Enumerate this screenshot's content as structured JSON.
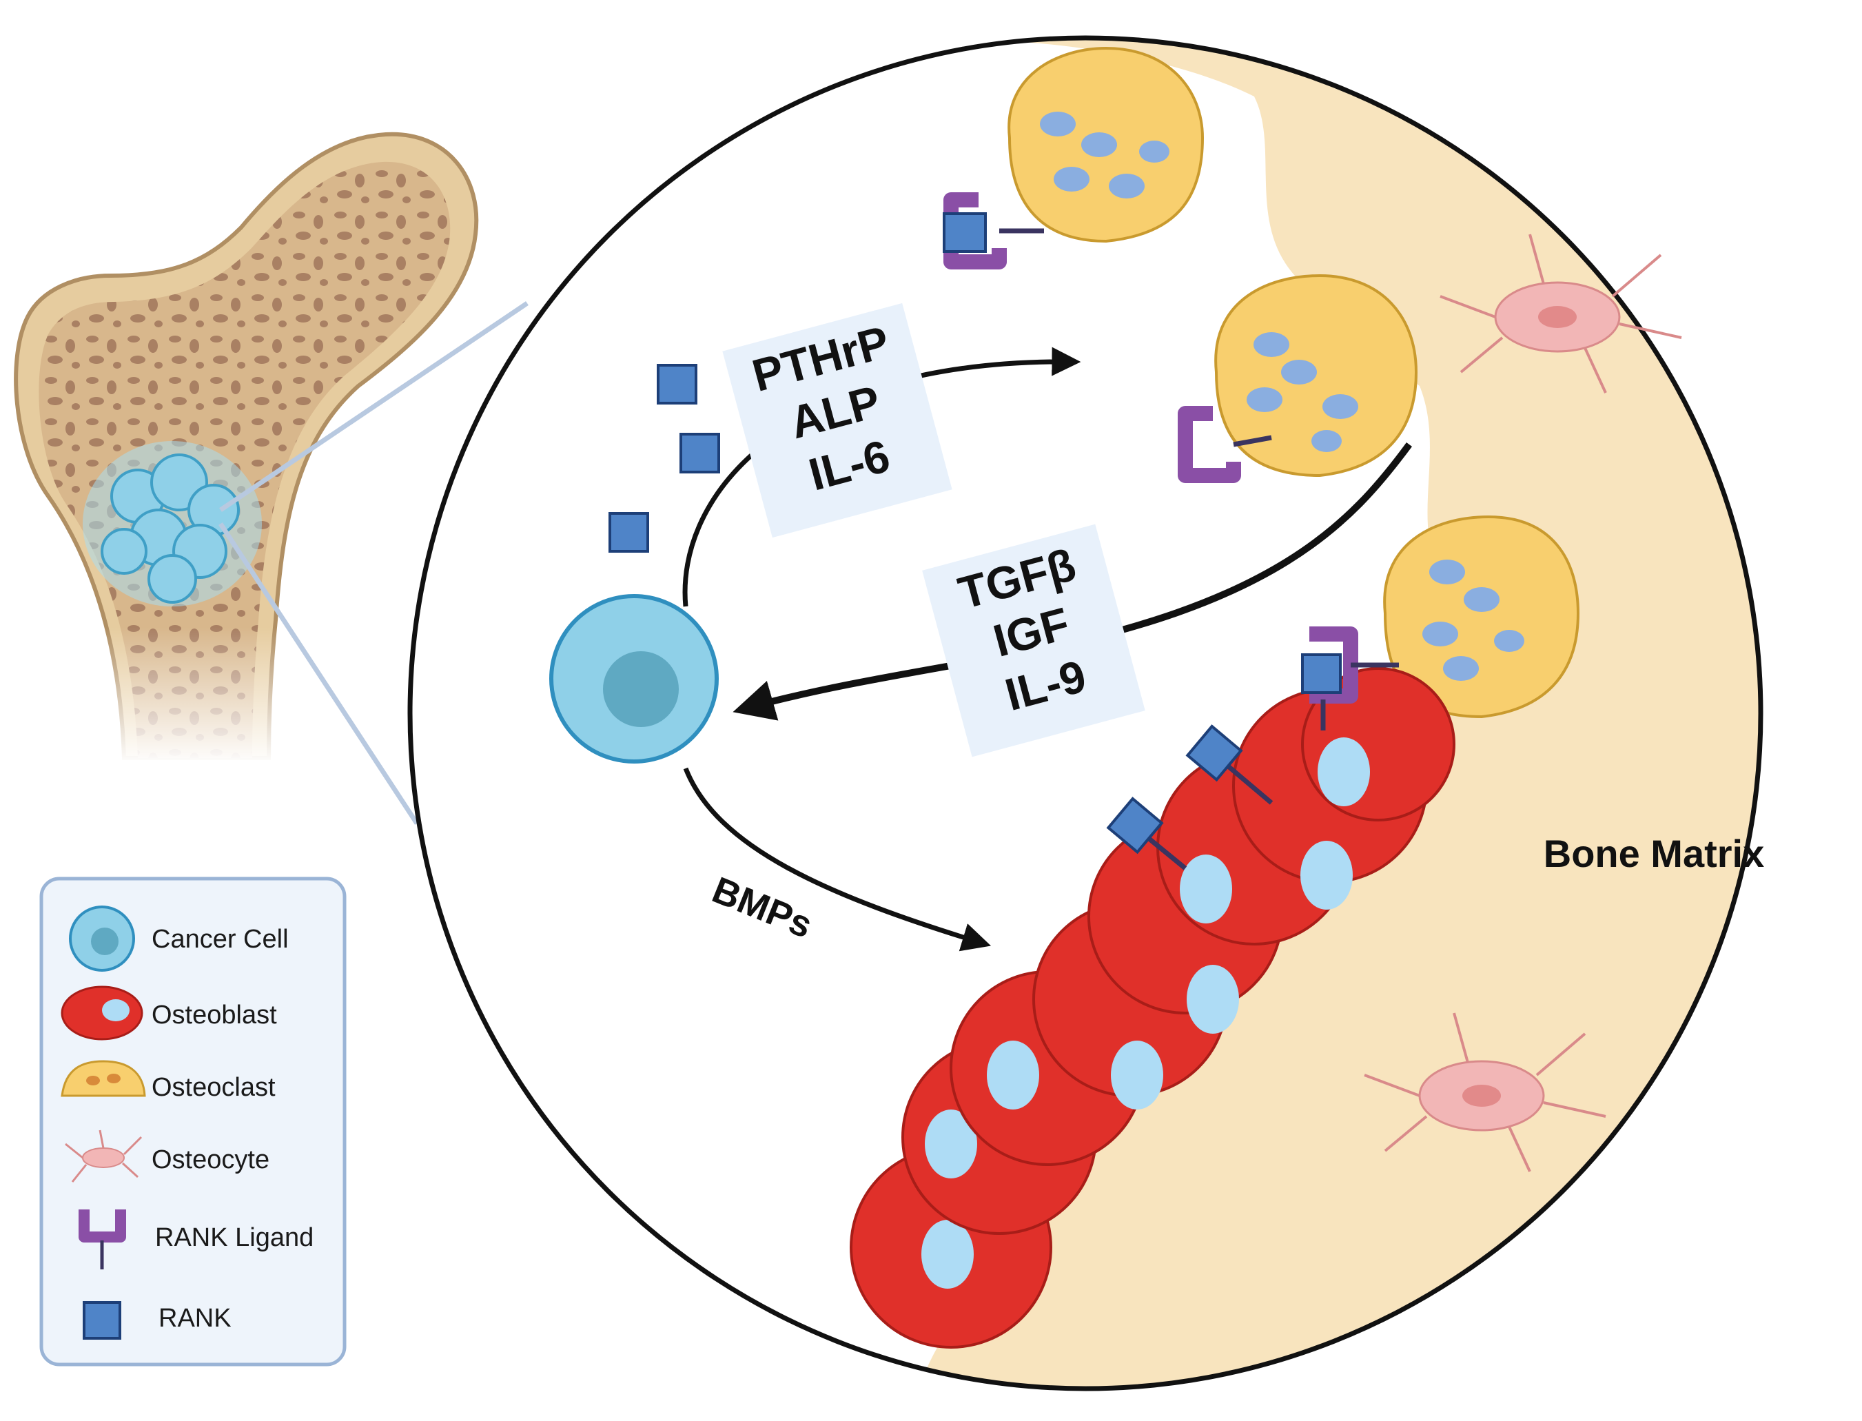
{
  "figure": {
    "labels": {
      "bone_matrix": "Bone Matrix",
      "bmps": "BMPs"
    },
    "boxes": {
      "box1": {
        "lines": [
          "PTHrP",
          "ALP",
          "IL-6"
        ]
      },
      "box2": {
        "lines": [
          "TGFβ",
          "IGF",
          "IL-9"
        ]
      }
    },
    "legend": {
      "items": [
        {
          "label": "Cancer Cell",
          "icon": "cancer-cell-icon"
        },
        {
          "label": "Osteoblast",
          "icon": "osteoblast-icon"
        },
        {
          "label": "Osteoclast",
          "icon": "osteoclast-icon"
        },
        {
          "label": "Osteocyte",
          "icon": "osteocyte-icon"
        },
        {
          "label": "RANK Ligand",
          "icon": "rank-ligand-icon"
        },
        {
          "label": "RANK",
          "icon": "rank-icon"
        }
      ]
    },
    "colors": {
      "bone_matrix": "#f8e4be",
      "cancer_cell": "#8fd0e8",
      "osteoblast": "#e0302a",
      "osteoclast": "#f8cf6e",
      "osteocyte": "#f2b6b6",
      "rank_ligand": "#8a4fa6",
      "rank": "#4f84c8",
      "factor_box": "#e8f1fb",
      "legend_bg": "#eef4fb"
    }
  }
}
